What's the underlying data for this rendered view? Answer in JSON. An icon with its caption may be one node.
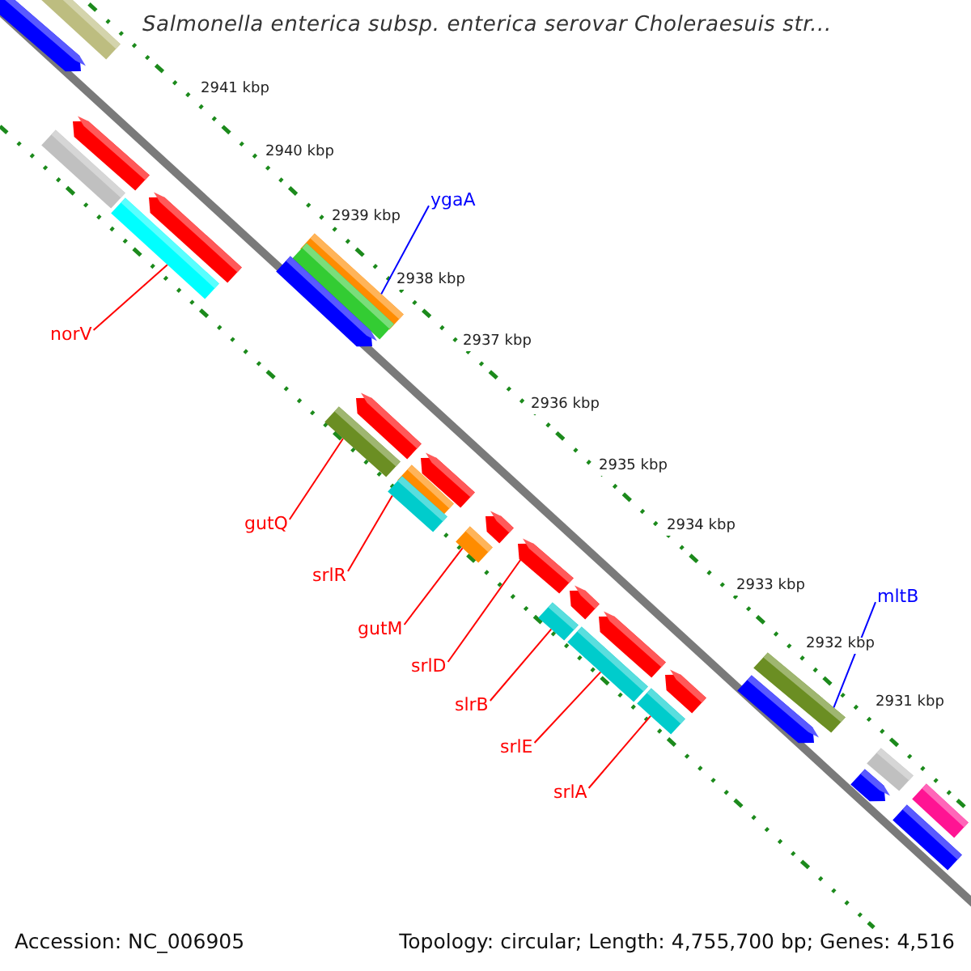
{
  "diagram": {
    "title": "Salmonella enterica subsp. enterica serovar Choleraesuis str...",
    "nodes": [
      {
        "text": [
          "norV"
        ]
      },
      {
        "text": [
          "ygaA"
        ]
      },
      {
        "text": [
          "gutQ"
        ]
      },
      {
        "text": [
          "srlR"
        ]
      },
      {
        "text": [
          "gutM"
        ]
      },
      {
        "text": [
          "srlD"
        ]
      },
      {
        "text": [
          "slrB"
        ]
      },
      {
        "text": [
          "srlE"
        ]
      },
      {
        "text": [
          "srlA"
        ]
      },
      {
        "text": [
          "mltB"
        ]
      },
      {
        "text": [],
        "shape": "bar"
      },
      {
        "text": [],
        "shape": "bar"
      },
      {
        "text": [],
        "shape": "bar"
      },
      {
        "text": [],
        "shape": "bar"
      },
      {
        "text": [],
        "shape": "bar"
      },
      {
        "text": [],
        "shape": "bar"
      },
      {
        "text": [],
        "shape": "bar"
      },
      {
        "text": [],
        "shape": "bar"
      },
      {
        "text": [],
        "shape": "bar"
      },
      {
        "text": [],
        "shape": "bar"
      },
      {
        "text": [],
        "shape": "bar"
      },
      {
        "text": [],
        "shape": "bar"
      },
      {
        "text": [],
        "shape": "bar"
      },
      {
        "text": [],
        "shape": "bar"
      },
      {
        "text": [],
        "shape": "bar"
      },
      {
        "text": [],
        "shape": "bar"
      },
      {
        "text": [],
        "shape": "bar"
      },
      {
        "text": [],
        "shape": "bar"
      },
      {
        "text": [],
        "shape": "bar"
      },
      {
        "text": [],
        "shape": "bar"
      },
      {
        "text": [],
        "shape": "bar"
      },
      {
        "text": [],
        "shape": "bar"
      },
      {
        "text": [],
        "shape": "bar"
      },
      {
        "text": [],
        "shape": "bar"
      },
      {
        "text": [],
        "shape": "bar"
      },
      {
        "text": [],
        "shape": "bar"
      },
      {
        "text": [],
        "shape": "bar"
      },
      {
        "text": [],
        "shape": "bar"
      },
      {
        "text": [],
        "shape": "bar"
      }
    ],
    "edges": [
      {
        "from": 0,
        "to": 15,
        "arrow": "none"
      },
      {
        "from": 1,
        "to": 16,
        "arrow": "none",
        "color": "#0000ff"
      },
      {
        "from": 2,
        "to": 21,
        "arrow": "none"
      },
      {
        "from": 3,
        "to": 23,
        "arrow": "none"
      },
      {
        "from": 4,
        "to": 24,
        "arrow": "none"
      },
      {
        "from": 5,
        "to": 26,
        "arrow": "none"
      },
      {
        "from": 6,
        "to": 30,
        "arrow": "none"
      },
      {
        "from": 7,
        "to": 31,
        "arrow": "none"
      },
      {
        "from": 8,
        "to": 32,
        "arrow": "none"
      },
      {
        "from": 9,
        "to": 33,
        "arrow": "none",
        "color": "#0000ff"
      }
    ],
    "labels": [
      "2941 kbp",
      "2940 kbp",
      "2939 kbp",
      "2938 kbp",
      "2937 kbp",
      "2936 kbp",
      "2935 kbp",
      "2934 kbp",
      "2933 kbp",
      "2932 kbp",
      "2931 kbp",
      "Accession: NC_006905",
      "Topology: circular; Length: 4,755,700 bp; Genes: 4,516"
    ]
  }
}
